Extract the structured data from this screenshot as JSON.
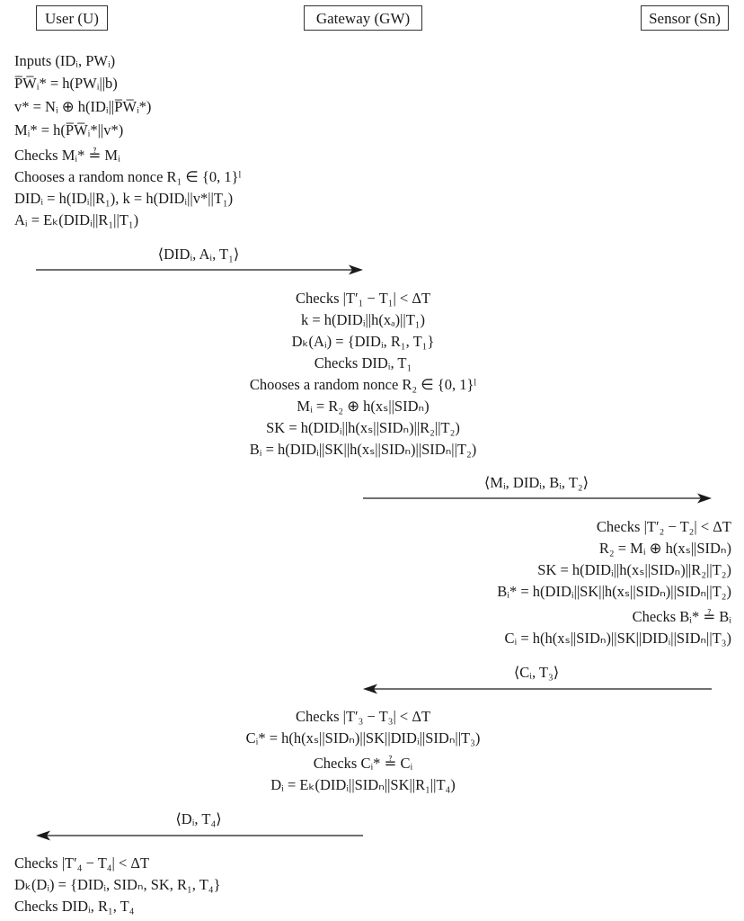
{
  "parties": {
    "user": "User (U)",
    "gateway": "Gateway (GW)",
    "sensor": "Sensor (Sn)"
  },
  "user_steps_1": [
    "Inputs (IDᵢ, PWᵢ)",
    "P̅W̅ᵢ* = h(PWᵢ||b)",
    "v* = Nᵢ ⊕ h(IDᵢ||P̅W̅ᵢ*)",
    "Mᵢ* = h(P̅W̅ᵢ*||v*)",
    "Checks Mᵢ* ≟ Mᵢ",
    "Chooses a random nonce R₁ ∈ {0, 1}ˡ",
    "DIDᵢ = h(IDᵢ||R₁), k = h(DIDᵢ||v*||T₁)",
    "Aᵢ = Eₖ(DIDᵢ||R₁||T₁)"
  ],
  "msg_1": "⟨DIDᵢ, Aᵢ, T₁⟩",
  "gateway_steps_1": [
    "Checks |T′₁ − T₁| < ΔT",
    "k = h(DIDᵢ||h(xₐ)||T₁)",
    "Dₖ(Aᵢ) = {DIDᵢ, R₁, T₁}",
    "Checks DIDᵢ, T₁",
    "Chooses a random nonce R₂ ∈ {0, 1}ˡ",
    "Mᵢ = R₂ ⊕ h(xₛ||SIDₙ)",
    "SK = h(DIDᵢ||h(xₛ||SIDₙ)||R₂||T₂)",
    "Bᵢ = h(DIDᵢ||SK||h(xₛ||SIDₙ)||SIDₙ||T₂)"
  ],
  "msg_2": "⟨Mᵢ, DIDᵢ, Bᵢ, T₂⟩",
  "sensor_steps": [
    "Checks |T′₂ − T₂| < ΔT",
    "R₂ = Mᵢ ⊕ h(xₛ||SIDₙ)",
    "SK = h(DIDᵢ||h(xₛ||SIDₙ)||R₂||T₂)",
    "Bᵢ* = h(DIDᵢ||SK||h(xₛ||SIDₙ)||SIDₙ||T₂)",
    "Checks Bᵢ* ≟ Bᵢ",
    "Cᵢ = h(h(xₛ||SIDₙ)||SK||DIDᵢ||SIDₙ||T₃)"
  ],
  "msg_3": "⟨Cᵢ, T₃⟩",
  "gateway_steps_2": [
    "Checks |T′₃ − T₃| < ΔT",
    "Cᵢ* = h(h(xₛ||SIDₙ)||SK||DIDᵢ||SIDₙ||T₃)",
    "Checks Cᵢ* ≟ Cᵢ",
    "Dᵢ = Eₖ(DIDᵢ||SIDₙ||SK||R₁||T₄)"
  ],
  "msg_4": "⟨Dᵢ, T₄⟩",
  "user_steps_2": [
    "Checks |T′₄ − T₄| < ΔT",
    "Dₖ(Dᵢ) = {DIDᵢ, SIDₙ, SK, R₁, T₄}",
    "Checks DIDᵢ, R₁, T₄"
  ]
}
